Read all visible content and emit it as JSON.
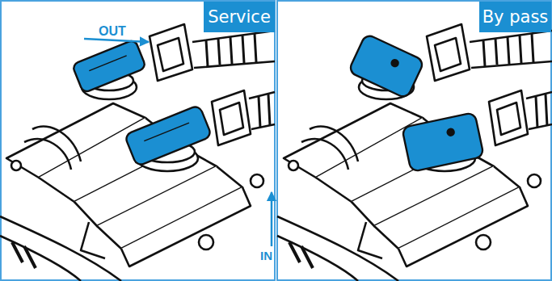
{
  "diagram": {
    "nodes": [
      {
        "text": [
          "Service"
        ]
      },
      {
        "text": [
          "By pass"
        ]
      }
    ],
    "labels": [
      "OUT",
      "IN"
    ]
  }
}
